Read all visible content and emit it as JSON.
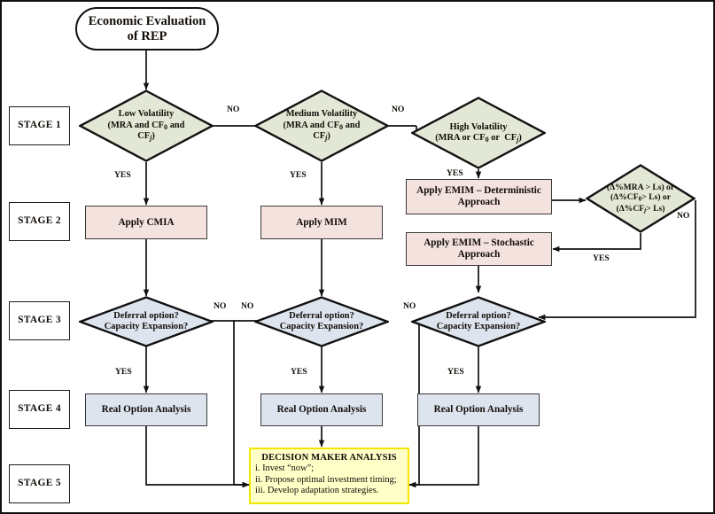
{
  "diagram": {
    "title_node": {
      "label": "Economic Evaluation of REP",
      "shape": "terminator"
    },
    "colors": {
      "decision_green": "#e2e8d5",
      "decision_blue": "#dde4ee",
      "process_pink": "#f4e2de",
      "process_blue": "#dde4ee",
      "note_fill": "#ffffc8",
      "note_border": "#f2e600",
      "line": "#111111"
    }
  },
  "stages": [
    {
      "label": "STAGE 1"
    },
    {
      "label": "STAGE 2"
    },
    {
      "label": "STAGE 3"
    },
    {
      "label": "STAGE 4"
    },
    {
      "label": "STAGE 5"
    }
  ],
  "nodes": {
    "start": "Economic Evaluation of REP",
    "low_volatility": {
      "line1": "Low Volatility",
      "line2": "(MRA and CF",
      "sub2": "0",
      "line3": " and",
      "line4": "CF",
      "sub4": "j",
      "line5": ")"
    },
    "medium_volatility": {
      "line1": "Medium Volatility",
      "line2": "(MRA and CF",
      "sub2": "0",
      "line3": " and",
      "line4": "CF",
      "sub4": "j",
      "line5": ")"
    },
    "high_volatility": {
      "line1": "High Volatility",
      "line2": "(MRA or CF",
      "sub2": "0",
      "line3": " or  CF",
      "sub4": "j",
      "line5": ")"
    },
    "threshold_check": {
      "line1": "(Δ%MRA > Ls) or",
      "line2": "(Δ%CF",
      "sub2": "0",
      "line2b": "> Ls) or",
      "line3": "(Δ%CF",
      "sub3": "j",
      "line3b": "> Ls)"
    },
    "apply_cmia": "Apply CMIA",
    "apply_mim": "Apply MIM",
    "emim_deterministic": "Apply EMIM – Deterministic Approach",
    "emim_stochastic": "Apply EMIM – Stochastic Approach",
    "deferral_1": {
      "line1": "Deferral option?",
      "line2": "Capacity Expansion?"
    },
    "deferral_2": {
      "line1": "Deferral option?",
      "line2": "Capacity Expansion?"
    },
    "deferral_3": {
      "line1": "Deferral option?",
      "line2": "Capacity Expansion?"
    },
    "roa_1": "Real Option Analysis",
    "roa_2": "Real Option Analysis",
    "roa_3": "Real Option Analysis",
    "decision_maker": {
      "title": "DECISION MAKER ANALYSIS",
      "items": [
        "i. Invest “now”;",
        "ii. Propose optimal investment timing;",
        "iii. Develop adaptation strategies."
      ]
    }
  },
  "edge_labels": {
    "no_low_to_medium": "NO",
    "no_medium_to_high": "NO",
    "yes_low": "YES",
    "yes_medium": "YES",
    "yes_high": "YES",
    "no_threshold": "NO",
    "yes_threshold": "YES",
    "no_deferral_1": "NO",
    "no_deferral_2": "NO",
    "no_deferral_3": "NO",
    "yes_deferral_1": "YES",
    "yes_deferral_2": "YES",
    "yes_deferral_3": "YES"
  }
}
